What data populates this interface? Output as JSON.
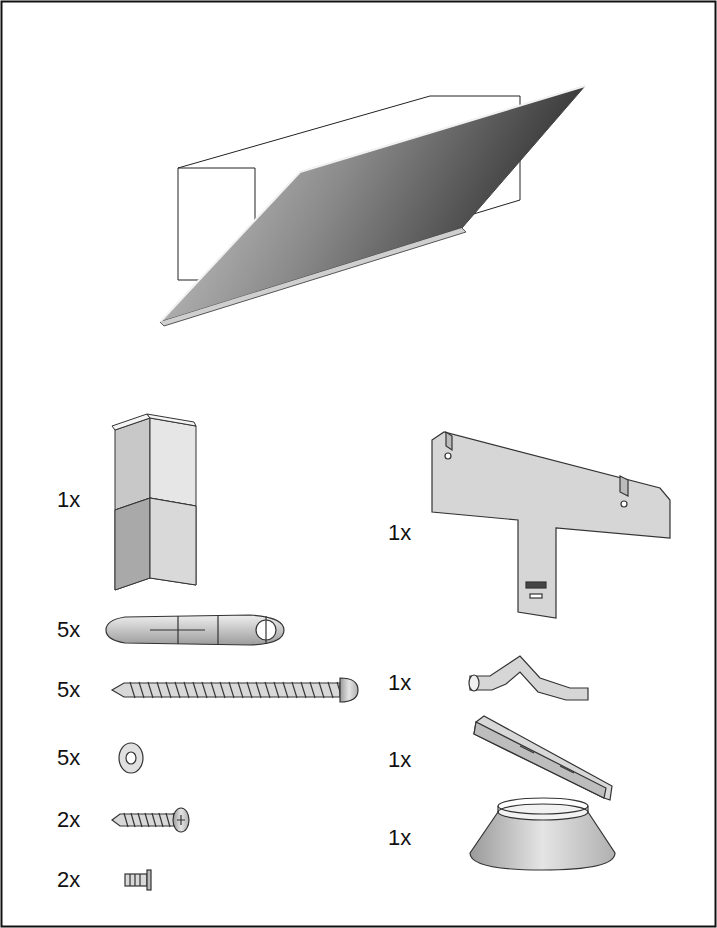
{
  "diagram": {
    "labels": [
      "1x",
      "5x",
      "5x",
      "5x",
      "2x",
      "2x",
      "1x",
      "1x",
      "1x",
      "1x"
    ]
  }
}
